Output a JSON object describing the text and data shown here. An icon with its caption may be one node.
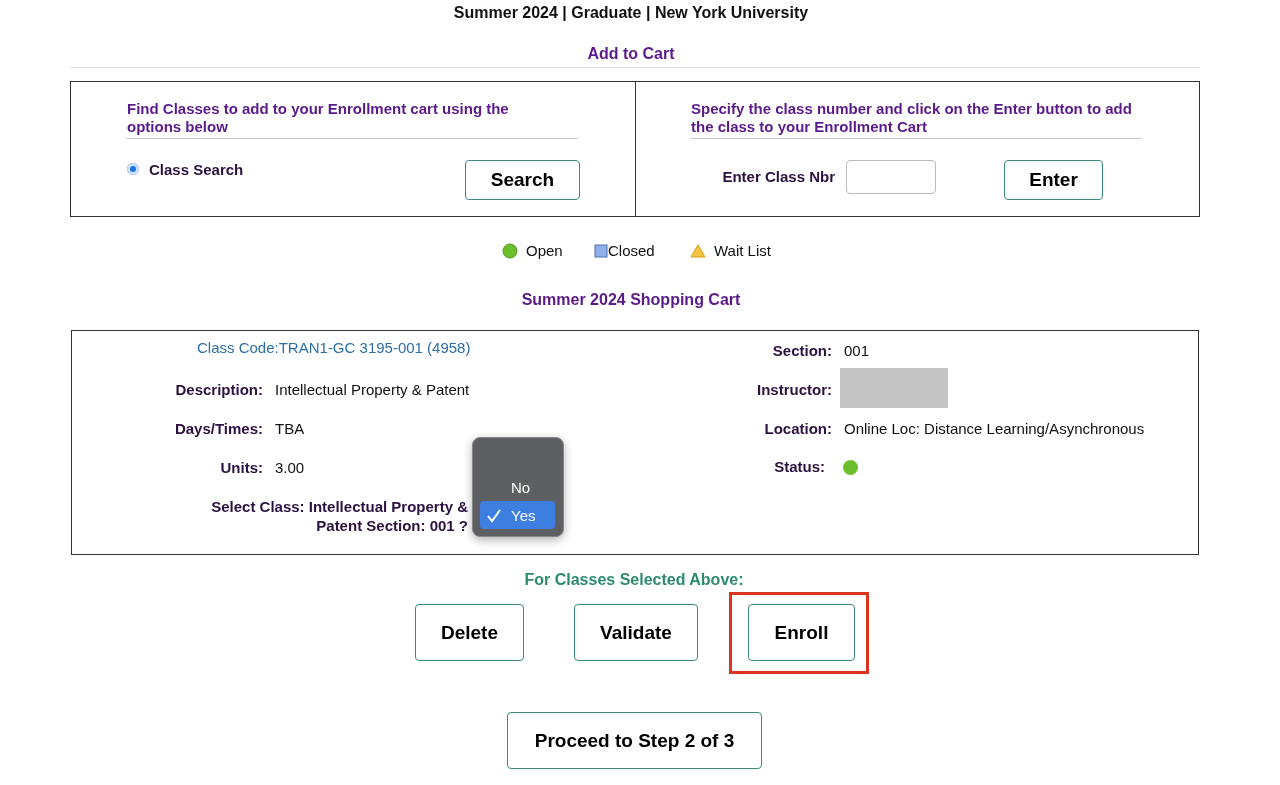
{
  "diagram": {
    "title": "Summer 2024 | Graduate | New York University",
    "labels": [
      "Add to Cart",
      "Find Classes to add to your Enrollment cart using the options below",
      "Class Search",
      "Search",
      "Specify the class number and click on the Enter button to add the class to your Enrollment Cart",
      "Enter Class Nbr",
      "Enter",
      "Summer 2024 Shopping Cart",
      "Class Code:TRAN1-GC 3195-001 (4958)",
      "Section:",
      "001",
      "Description:",
      "Intellectual Property & Patent",
      "Instructor:",
      "Days/Times:",
      "TBA",
      "Location:",
      "Online Loc: Distance Learning/Asynchronous",
      "Units:",
      "3.00",
      "Status:",
      "Select Class: Intellectual Property & Patent Section: 001 ?",
      "No",
      "Yes",
      "For Classes Selected Above:",
      "Delete",
      "Validate",
      "Enroll",
      "Proceed to Step 2 of 3"
    ],
    "legend": [
      {
        "text": "Open"
      },
      {
        "text": "Closed"
      },
      {
        "text": "Wait List"
      }
    ]
  }
}
